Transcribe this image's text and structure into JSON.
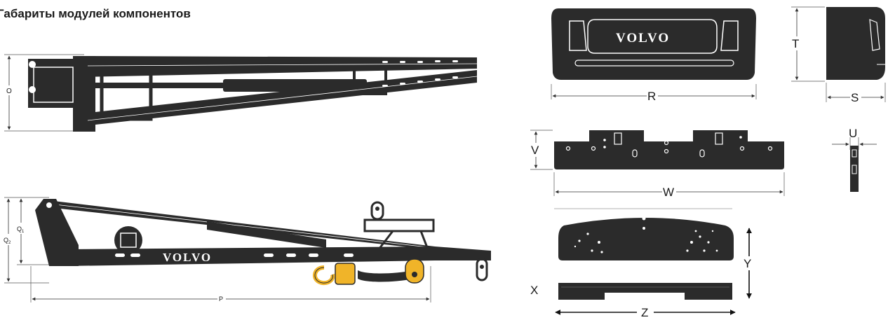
{
  "title": "Габариты модулей компонентов",
  "logo_text": "VOLVO",
  "labels": {
    "O": "O",
    "Q1_main": "Q",
    "Q1_sub": "1",
    "Q2_main": "Q",
    "Q2_sub": "2",
    "P": "P",
    "T": "T",
    "R": "R",
    "S": "S",
    "U": "U",
    "V": "V",
    "W": "W",
    "Y": "Y",
    "X": "X",
    "Z": "Z"
  },
  "colors": {
    "body": "#2b2b2b",
    "line": "#333333",
    "hook": "#f0b429",
    "light": "#ffffff"
  }
}
